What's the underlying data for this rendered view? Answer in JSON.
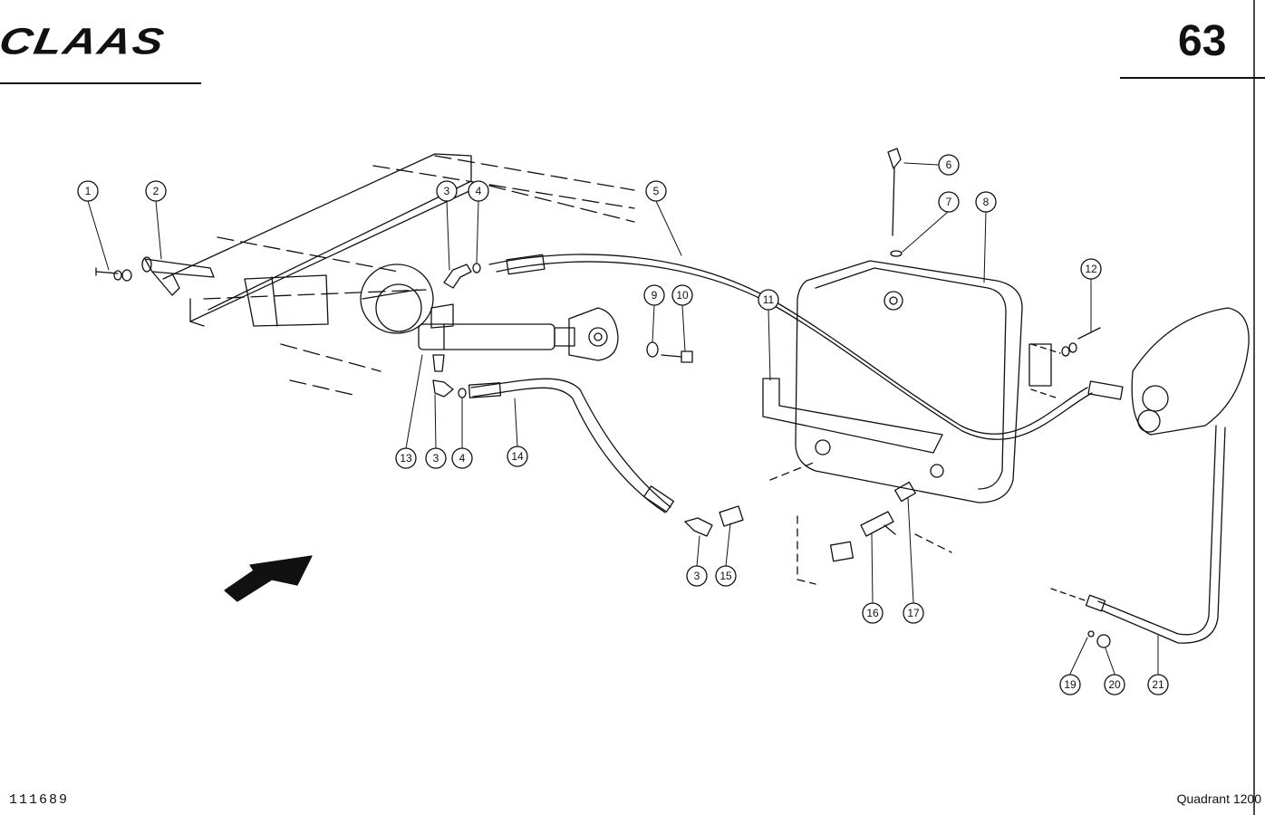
{
  "header": {
    "brand": "CLAAS",
    "page_number": "63"
  },
  "footer": {
    "doc_number": "111689",
    "model": "Quadrant 1200"
  },
  "callouts": [
    {
      "id": "c1",
      "label": "1"
    },
    {
      "id": "c2",
      "label": "2"
    },
    {
      "id": "c3a",
      "label": "3"
    },
    {
      "id": "c4a",
      "label": "4"
    },
    {
      "id": "c5",
      "label": "5"
    },
    {
      "id": "c6",
      "label": "6"
    },
    {
      "id": "c7",
      "label": "7"
    },
    {
      "id": "c8",
      "label": "8"
    },
    {
      "id": "c9",
      "label": "9"
    },
    {
      "id": "c10",
      "label": "10"
    },
    {
      "id": "c11",
      "label": "11"
    },
    {
      "id": "c12",
      "label": "12"
    },
    {
      "id": "c13",
      "label": "13"
    },
    {
      "id": "c3b",
      "label": "3"
    },
    {
      "id": "c4b",
      "label": "4"
    },
    {
      "id": "c14",
      "label": "14"
    },
    {
      "id": "c3c",
      "label": "3"
    },
    {
      "id": "c15",
      "label": "15"
    },
    {
      "id": "c16",
      "label": "16"
    },
    {
      "id": "c17",
      "label": "17"
    },
    {
      "id": "c19",
      "label": "19"
    },
    {
      "id": "c20",
      "label": "20"
    },
    {
      "id": "c21",
      "label": "21"
    }
  ]
}
